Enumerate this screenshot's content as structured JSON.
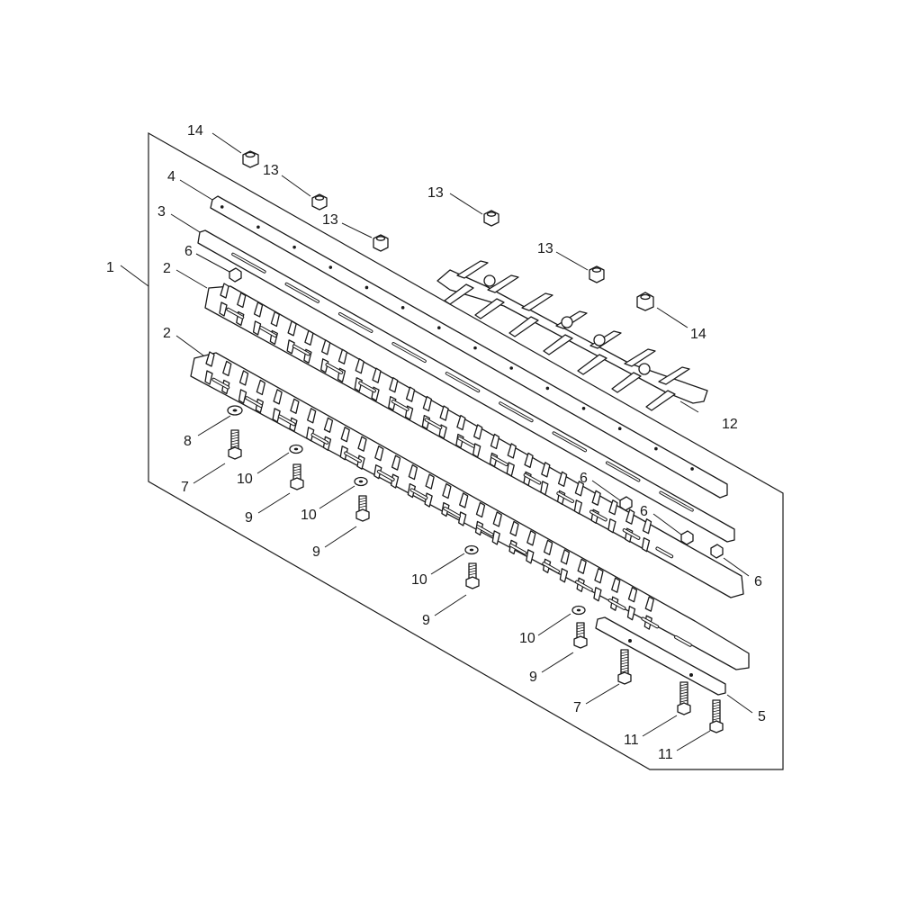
{
  "diagram": {
    "type": "exploded-parts-diagram",
    "callouts": [
      {
        "id": "c1",
        "label": "1"
      },
      {
        "id": "c2a",
        "label": "2"
      },
      {
        "id": "c2b",
        "label": "2"
      },
      {
        "id": "c3",
        "label": "3"
      },
      {
        "id": "c4",
        "label": "4"
      },
      {
        "id": "c5",
        "label": "5"
      },
      {
        "id": "c6a",
        "label": "6"
      },
      {
        "id": "c6b",
        "label": "6"
      },
      {
        "id": "c6c",
        "label": "6"
      },
      {
        "id": "c6d",
        "label": "6"
      },
      {
        "id": "c7a",
        "label": "7"
      },
      {
        "id": "c7b",
        "label": "7"
      },
      {
        "id": "c8",
        "label": "8"
      },
      {
        "id": "c9a",
        "label": "9"
      },
      {
        "id": "c9b",
        "label": "9"
      },
      {
        "id": "c9c",
        "label": "9"
      },
      {
        "id": "c9d",
        "label": "9"
      },
      {
        "id": "c10a",
        "label": "10"
      },
      {
        "id": "c10b",
        "label": "10"
      },
      {
        "id": "c10c",
        "label": "10"
      },
      {
        "id": "c10d",
        "label": "10"
      },
      {
        "id": "c11a",
        "label": "11"
      },
      {
        "id": "c11b",
        "label": "11"
      },
      {
        "id": "c12",
        "label": "12"
      },
      {
        "id": "c13a",
        "label": "13"
      },
      {
        "id": "c13b",
        "label": "13"
      },
      {
        "id": "c13c",
        "label": "13"
      },
      {
        "id": "c13d",
        "label": "13"
      },
      {
        "id": "c14a",
        "label": "14"
      },
      {
        "id": "c14b",
        "label": "14"
      }
    ]
  }
}
